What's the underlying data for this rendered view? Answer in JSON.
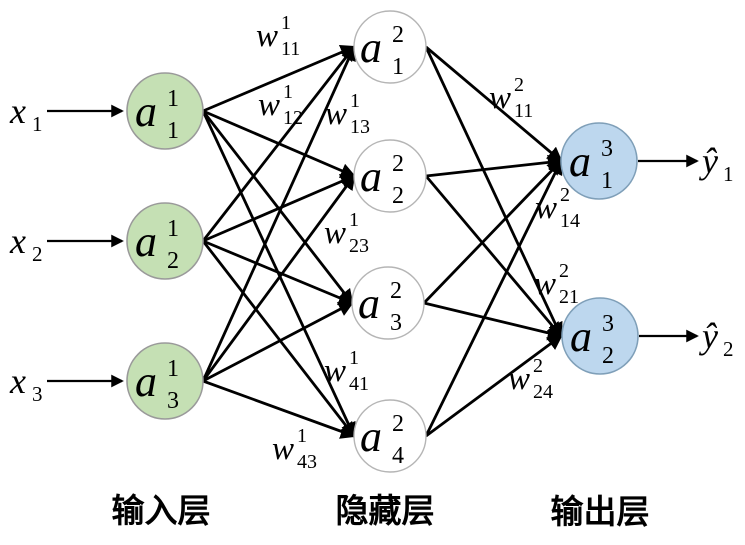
{
  "colors": {
    "input_fill": "#c5e0b4",
    "hidden_fill": "#ffffff",
    "output_fill": "#bdd7ee",
    "edge": "#000000"
  },
  "inputs": [
    {
      "base": "x",
      "sub": "1"
    },
    {
      "base": "x",
      "sub": "2"
    },
    {
      "base": "x",
      "sub": "3"
    }
  ],
  "outputs": [
    {
      "base": "ŷ",
      "sub": "1"
    },
    {
      "base": "ŷ",
      "sub": "2"
    }
  ],
  "nodes": {
    "input": [
      {
        "base": "a",
        "sup": "1",
        "sub": "1"
      },
      {
        "base": "a",
        "sup": "1",
        "sub": "2"
      },
      {
        "base": "a",
        "sup": "1",
        "sub": "3"
      }
    ],
    "hidden": [
      {
        "base": "a",
        "sup": "2",
        "sub": "1"
      },
      {
        "base": "a",
        "sup": "2",
        "sub": "2"
      },
      {
        "base": "a",
        "sup": "2",
        "sub": "3"
      },
      {
        "base": "a",
        "sup": "2",
        "sub": "4"
      }
    ],
    "output": [
      {
        "base": "a",
        "sup": "3",
        "sub": "1"
      },
      {
        "base": "a",
        "sup": "3",
        "sub": "2"
      }
    ]
  },
  "weights": {
    "w1_11": {
      "base": "w",
      "sup": "1",
      "sub": "11"
    },
    "w1_12": {
      "base": "w",
      "sup": "1",
      "sub": "12"
    },
    "w1_13": {
      "base": "w",
      "sup": "1",
      "sub": "13"
    },
    "w1_23": {
      "base": "w",
      "sup": "1",
      "sub": "23"
    },
    "w1_41": {
      "base": "w",
      "sup": "1",
      "sub": "41"
    },
    "w1_43": {
      "base": "w",
      "sup": "1",
      "sub": "43"
    },
    "w2_11": {
      "base": "w",
      "sup": "2",
      "sub": "11"
    },
    "w2_14": {
      "base": "w",
      "sup": "2",
      "sub": "14"
    },
    "w2_21": {
      "base": "w",
      "sup": "2",
      "sub": "21"
    },
    "w2_24": {
      "base": "w",
      "sup": "2",
      "sub": "24"
    }
  },
  "layer_labels": {
    "input": "输入层",
    "hidden": "隐藏层",
    "output": "输出层"
  }
}
